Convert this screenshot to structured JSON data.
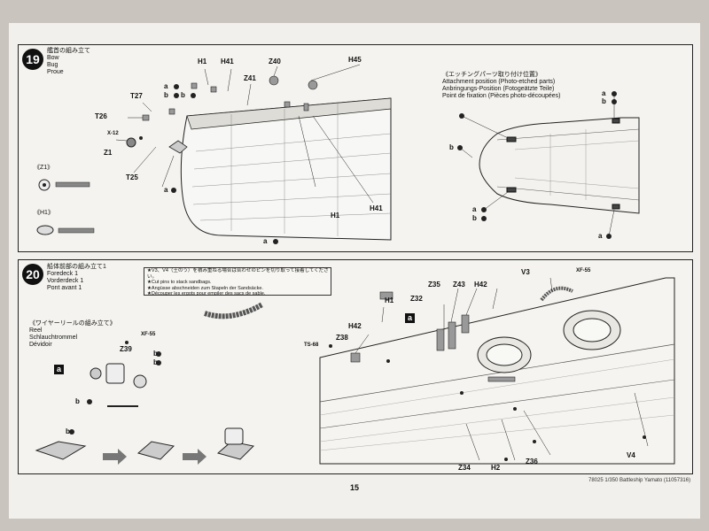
{
  "page": {
    "number": "15",
    "footer": "78025 1/350 Battleship Yamato (11057316)"
  },
  "step19": {
    "number": "19",
    "title_jp": "艦首の組み立て",
    "title_en": "Bow",
    "title_de": "Bug",
    "title_fr": "Proue",
    "labels": [
      "H1",
      "H41",
      "Z40",
      "H45",
      "Z41",
      "T27",
      "T26",
      "X-12",
      "Z1",
      "T25",
      "H1",
      "H41",
      "a",
      "b",
      "b",
      "a",
      "a"
    ],
    "detail_z1": "《Z1》",
    "detail_h1": "《H1》",
    "attach_jp": "《エッチングパーツ取り付け位置》",
    "attach_en": "Attachment position (Photo-etched parts)",
    "attach_de": "Anbringungs-Position (Fotogeätzte Teile)",
    "attach_fr": "Point de fixation (Pièces photo-découpées)",
    "right_labels": [
      "a",
      "b",
      "b",
      "a",
      "b",
      "a"
    ]
  },
  "step20": {
    "number": "20",
    "title_jp": "船体前部の組み立て1",
    "title_en": "Foredeck 1",
    "title_de": "Vorderdeck 1",
    "title_fr": "Pont avant 1",
    "note": [
      "★V3、V4（土のう）を積み重ねる場合は合わせのピンを切り取って接着してください。",
      "★Cut pins to stack sandbags.",
      "★Angüsse abschneiden zum Stapeln der Sandsäcke.",
      "★Découper les ergots pour empiler des sacs de sable."
    ],
    "reel_jp": "《ワイヤーリールの組み立て》",
    "reel_en": "Reel",
    "reel_de": "Schlauchtrommel",
    "reel_fr": "Dévidoir",
    "reel_labels": [
      "XF-55",
      "Z39",
      "b",
      "b",
      "b",
      "b",
      "a"
    ],
    "deck_labels": [
      "H1",
      "H42",
      "Z38",
      "TS-68",
      "Z32",
      "Z35",
      "Z43",
      "H42",
      "V3",
      "XF-55",
      "Z34",
      "H2",
      "Z36",
      "V4",
      "a"
    ]
  }
}
